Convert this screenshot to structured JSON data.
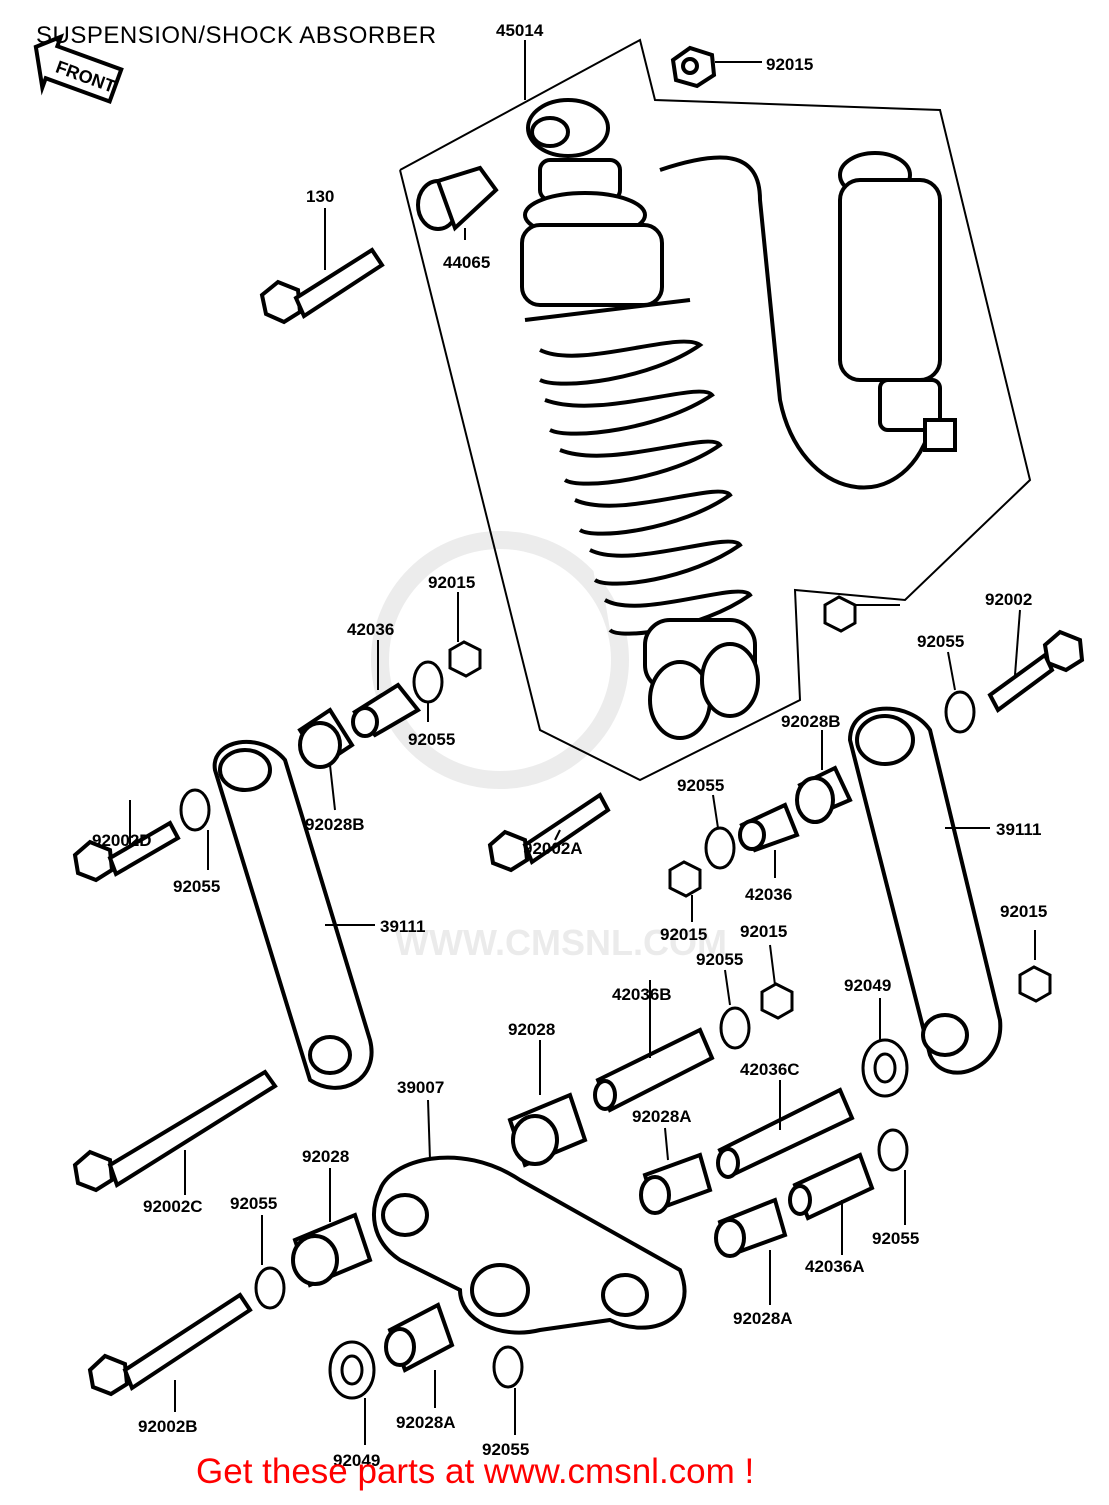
{
  "title": "SUSPENSION/SHOCK ABSORBER",
  "front_label": "FRONT",
  "watermark": "WWW.CMSNL.COM",
  "footer": "Get these parts at www.cmsnl.com !",
  "parts": [
    "45014",
    "92015",
    "130",
    "44065",
    "92015",
    "92002",
    "42036",
    "92055",
    "92055",
    "92028B",
    "92002D",
    "92055",
    "92028B",
    "92002A",
    "92055",
    "39111",
    "42036",
    "39111",
    "92015",
    "92015",
    "92015",
    "92055",
    "42036B",
    "92049",
    "92028",
    "39007",
    "42036C",
    "92028A",
    "92028",
    "92002C",
    "92055",
    "92055",
    "42036A",
    "92028A",
    "92028A",
    "92002B",
    "92049",
    "92055"
  ],
  "colors": {
    "line": "#000000",
    "footer": "#ff0000",
    "watermark": "#c8c8c8"
  }
}
